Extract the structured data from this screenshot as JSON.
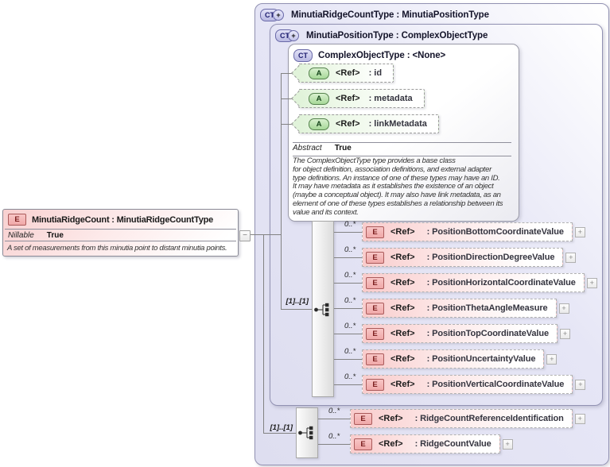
{
  "colors": {
    "container_fill": "#e6e6f6",
    "element_pink": "#f9cccc",
    "attribute_green": "#e1f3da",
    "badge_blue_border": "#6a6aa8",
    "title_text": "#14142a"
  },
  "root_element": {
    "badge": "E",
    "title": "MinutiaRidgeCount : MinutiaRidgeCountType",
    "nillable_label": "Nillable",
    "nillable_value": "True",
    "description": "A set of measurements from this minutia point to distant minutia points.",
    "collapse_glyph": "−"
  },
  "outer_type": {
    "badge": "CT",
    "expand_glyph": "+",
    "title": "MinutiaRidgeCountType : MinutiaPositionType"
  },
  "inner_type": {
    "badge": "CT",
    "expand_glyph": "+",
    "title": "MinutiaPositionType : ComplexObjectType"
  },
  "base_type": {
    "badge": "CT",
    "title": "ComplexObjectType : <None>",
    "attributes": [
      {
        "badge": "A",
        "ref": "<Ref>",
        "name": ": id"
      },
      {
        "badge": "A",
        "ref": "<Ref>",
        "name": ": metadata"
      },
      {
        "badge": "A",
        "ref": "<Ref>",
        "name": ": linkMetadata"
      }
    ],
    "abstract_label": "Abstract",
    "abstract_value": "True",
    "description_lines": [
      "The ComplexObjectType type provides a base class",
      "for object definition, association definitions, and external adapter",
      "type definitions. An instance of one of these types may have an ID.",
      "It may have metadata as it establishes the existence of an object",
      "(maybe a conceptual object). It may also have link metadata, as an",
      "element of one of these types establishes a relationship between its",
      "value and its context."
    ]
  },
  "position_group": {
    "cardinality": "[1]..[1]",
    "items": [
      {
        "occurs": "0..*",
        "badge": "E",
        "ref": "<Ref>",
        "name": ": PositionBottomCoordinateValue",
        "expand": "+"
      },
      {
        "occurs": "0..*",
        "badge": "E",
        "ref": "<Ref>",
        "name": ": PositionDirectionDegreeValue",
        "expand": "+"
      },
      {
        "occurs": "0..*",
        "badge": "E",
        "ref": "<Ref>",
        "name": ": PositionHorizontalCoordinateValue",
        "expand": "+"
      },
      {
        "occurs": "0..*",
        "badge": "E",
        "ref": "<Ref>",
        "name": ": PositionThetaAngleMeasure",
        "expand": "+"
      },
      {
        "occurs": "0..*",
        "badge": "E",
        "ref": "<Ref>",
        "name": ": PositionTopCoordinateValue",
        "expand": "+"
      },
      {
        "occurs": "0..*",
        "badge": "E",
        "ref": "<Ref>",
        "name": ": PositionUncertaintyValue",
        "expand": "+"
      },
      {
        "occurs": "0..*",
        "badge": "E",
        "ref": "<Ref>",
        "name": ": PositionVerticalCoordinateValue",
        "expand": "+"
      }
    ]
  },
  "ridge_group": {
    "cardinality": "[1]..[1]",
    "items": [
      {
        "occurs": "0..*",
        "badge": "E",
        "ref": "<Ref>",
        "name": ": RidgeCountReferenceIdentification",
        "expand": "+"
      },
      {
        "occurs": "0..*",
        "badge": "E",
        "ref": "<Ref>",
        "name": ": RidgeCountValue",
        "expand": "+"
      }
    ]
  }
}
